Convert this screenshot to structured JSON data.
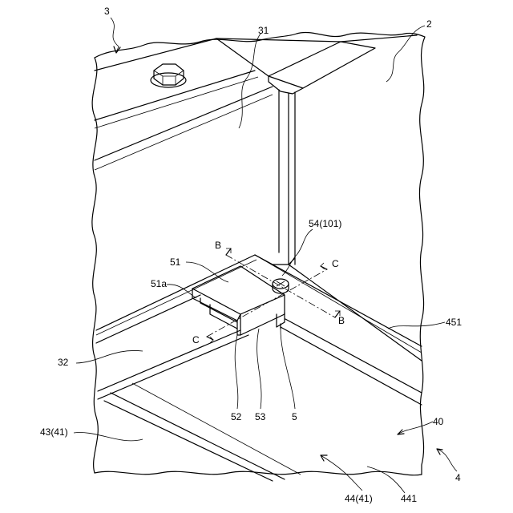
{
  "labels": {
    "l3": "3",
    "l31": "31",
    "l2": "2",
    "l54": "54(101)",
    "lB1": "B",
    "lB2": "B",
    "lC1": "C",
    "lC2": "C",
    "l51": "51",
    "l51a": "51a",
    "l451": "451",
    "l32": "32",
    "l52": "52",
    "l53": "53",
    "l5": "5",
    "l40": "40",
    "l4": "4",
    "l43": "43(41)",
    "l44": "44(41)",
    "l441": "441"
  }
}
